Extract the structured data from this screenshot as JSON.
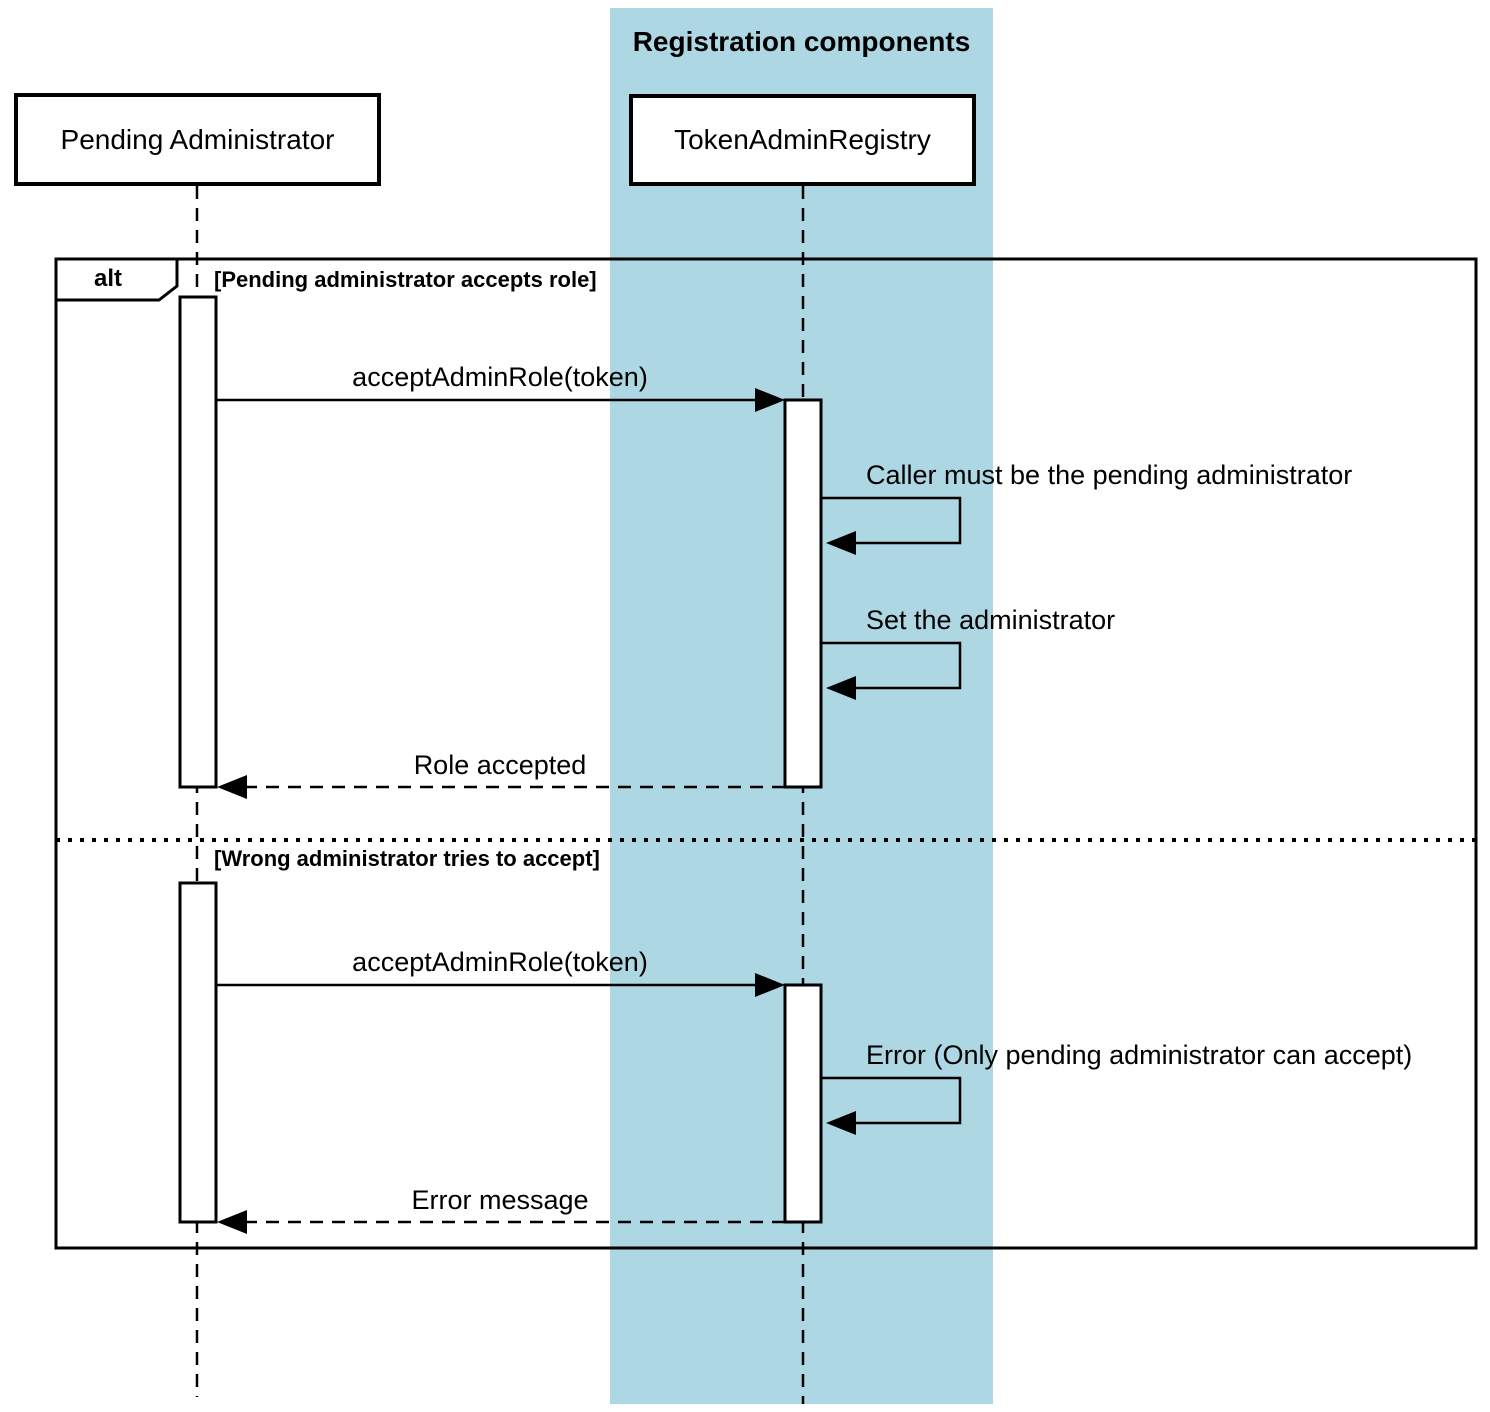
{
  "diagram": {
    "group_label": "Registration components",
    "participants": {
      "pending_admin": "Pending Administrator",
      "registry": "TokenAdminRegistry"
    },
    "fragment": {
      "operator": "alt",
      "guard_accept": "[Pending administrator accepts role]",
      "guard_wrong": "[Wrong administrator tries to accept]"
    },
    "messages": {
      "accept_call_1": "acceptAdminRole(token)",
      "caller_check": "Caller must be the pending administrator",
      "set_admin": "Set the administrator",
      "role_accepted": "Role accepted",
      "accept_call_2": "acceptAdminRole(token)",
      "error_note": "Error (Only pending administrator can accept)",
      "error_return": "Error message"
    },
    "colors": {
      "band": "#aed7e4",
      "stroke": "#000000",
      "activation_fill": "#ffffff"
    }
  }
}
